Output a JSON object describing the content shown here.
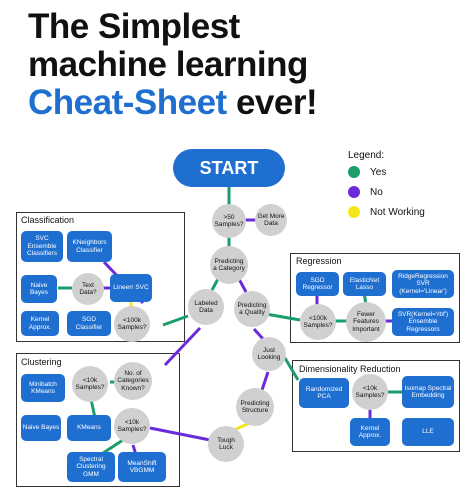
{
  "title": {
    "line1": "The Simplest",
    "line2": "machine learning",
    "line3_accent": "Cheat-Sheet",
    "line3_rest": " ever!"
  },
  "start_label": "START",
  "legend": {
    "title": "Legend:",
    "items": [
      {
        "label": "Yes",
        "color": "#1a9e6a"
      },
      {
        "label": "No",
        "color": "#6c2bd9"
      },
      {
        "label": "Not Working",
        "color": "#f3e61c"
      }
    ]
  },
  "regions": {
    "classification": "Classification",
    "regression": "Regression",
    "clustering": "Clustering",
    "dimensionality": "Dimensionality Reduction"
  },
  "questions": {
    "samples_50": ">50 Samples?",
    "get_more_data": "Get More Data",
    "predicting_category": "Predicting a Category",
    "labeled_data": "Labeled Data",
    "predicting_quantity": "Predicting a Quality",
    "text_data": "Text Data?",
    "cls_100k": "<100k Samples?",
    "reg_100k": "<100k Samples?",
    "fewer_features": "Fewer Features Important",
    "just_looking": "Just Looking",
    "num_categories": "No. of Categories Known?",
    "clu_10k_top": "<10k Samples?",
    "clu_10k_bottom": "<10k Samples?",
    "predicting_structure": "Predicting Structure",
    "tough_luck": "Tough Luck",
    "dim_10k": "<10k Samples?"
  },
  "algorithms": {
    "svc_ensemble": "SVC Ensemble Classifiers",
    "kneighbors_classifier": "KNeighbors Classifier",
    "naive_bayes_cls": "Naive Bayes",
    "linear_svc": "Lineerr SVC",
    "kernel_approx_cls": "Kernel Approx.",
    "sgd_classifier": "SGD Classifier",
    "sgd_regressor": "SGD Regressor",
    "elasticnet_lasso": "ElasticNet Lasso",
    "ridge_svr": "RidgeRegression SVR (Kernel='Linear')",
    "svr_ensemble": "SVR(Kernel='rbf') Ensemble Regressors",
    "minibatch_kmeans": "Minibatch KMeans",
    "naive_bayes_clu": "Naive Bayes",
    "kmeans": "KMeans",
    "spectral_gmm": "Spectral Clustering GMM",
    "meanshift_vbgmm": "MeanShift VBGMM",
    "randomized_pca": "Randomized PCA",
    "isomap": "Isomap Spectral Embedding",
    "kernel_approx_dim": "Kernel Approx.",
    "lle": "LLE"
  }
}
